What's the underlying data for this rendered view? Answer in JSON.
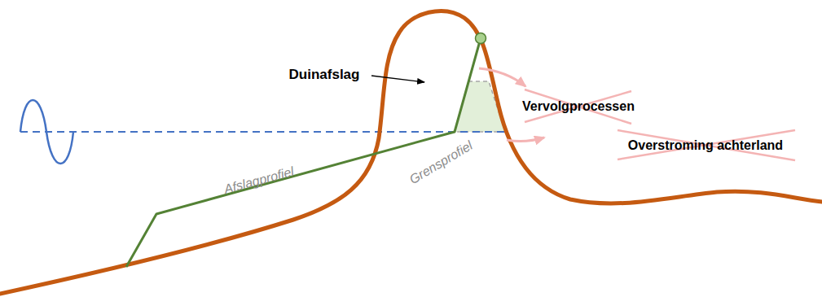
{
  "diagram": {
    "labels": [
      "Duinafslag",
      "Afslagprofiel",
      "Grensprofiel",
      "Vervolgprocessen",
      "Overstroming achterland"
    ]
  }
}
